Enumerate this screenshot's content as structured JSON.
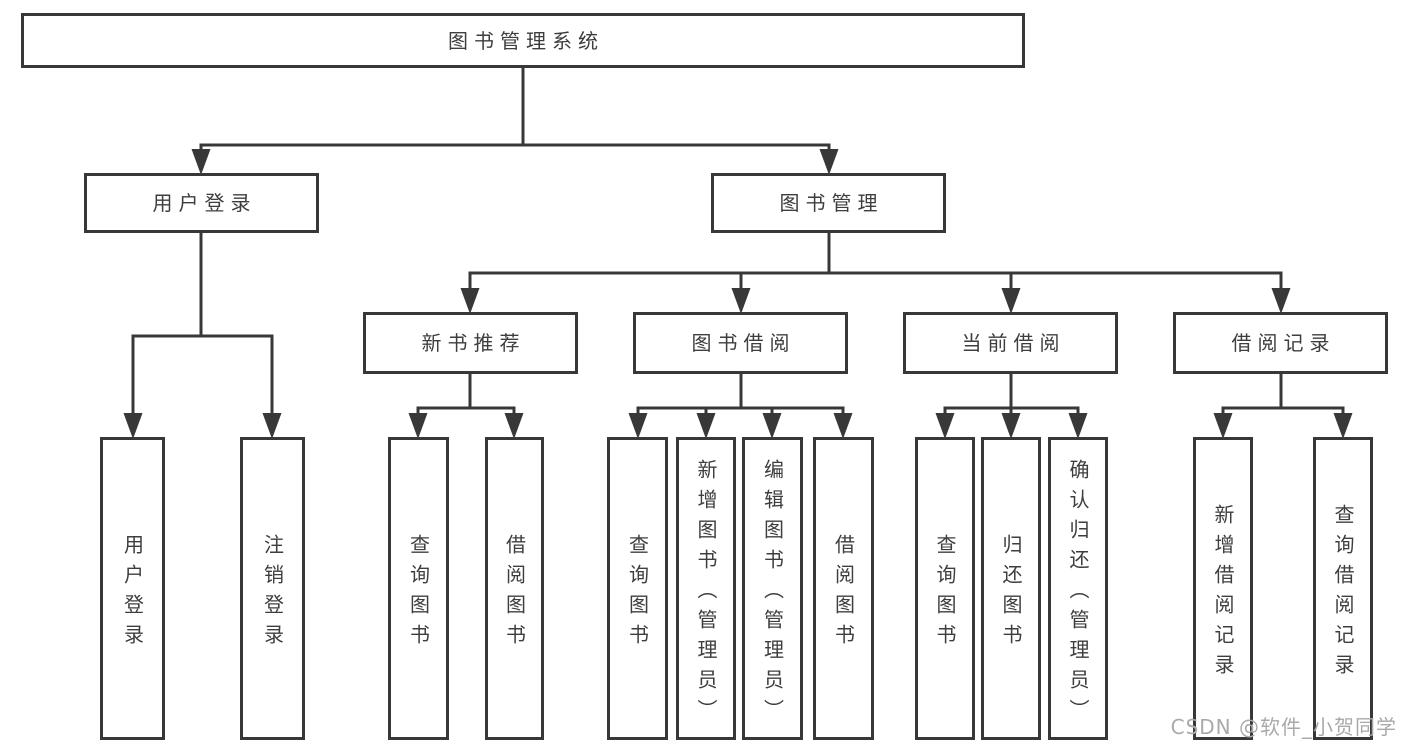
{
  "colors": {
    "line": "#383838",
    "text": "#3e3e3e",
    "box_background": "#ffffff",
    "page_background": "#ffffff",
    "watermark": "#a9a9a9"
  },
  "watermark": {
    "text": "CSDN @软件_小贺同学"
  },
  "tree": {
    "root": {
      "label": "图书管理系统"
    },
    "children": [
      {
        "label": "用户登录",
        "children": [
          {
            "label": "用户登录"
          },
          {
            "label": "注销登录"
          }
        ]
      },
      {
        "label": "图书管理",
        "children": [
          {
            "label": "新书推荐",
            "children": [
              {
                "label": "查询图书"
              },
              {
                "label": "借阅图书"
              }
            ]
          },
          {
            "label": "图书借阅",
            "children": [
              {
                "label": "查询图书"
              },
              {
                "label": "新增图书（管理员）"
              },
              {
                "label": "编辑图书（管理员）"
              },
              {
                "label": "借阅图书"
              }
            ]
          },
          {
            "label": "当前借阅",
            "children": [
              {
                "label": "查询图书"
              },
              {
                "label": "归还图书"
              },
              {
                "label": "确认归还（管理员）"
              }
            ]
          },
          {
            "label": "借阅记录",
            "children": [
              {
                "label": "新增借阅记录"
              },
              {
                "label": "查询借阅记录"
              }
            ]
          }
        ]
      }
    ]
  }
}
